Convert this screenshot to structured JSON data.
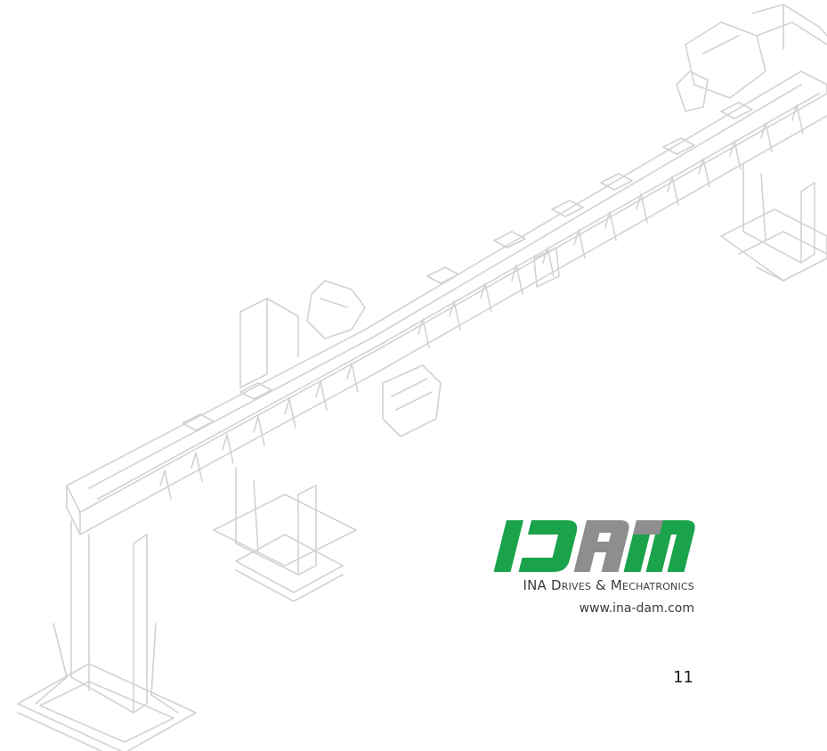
{
  "logo": {
    "wordmark": "IDAM",
    "tagline": "INA Drives & Mechatronics",
    "website": "www.ina-dam.com",
    "colors": {
      "green": "#1aa34a",
      "gray": "#8e8e8e"
    }
  },
  "page": {
    "number": "11"
  },
  "illustration": {
    "subject": "linear gantry system line drawing",
    "line_color": "#d4d4d4"
  }
}
